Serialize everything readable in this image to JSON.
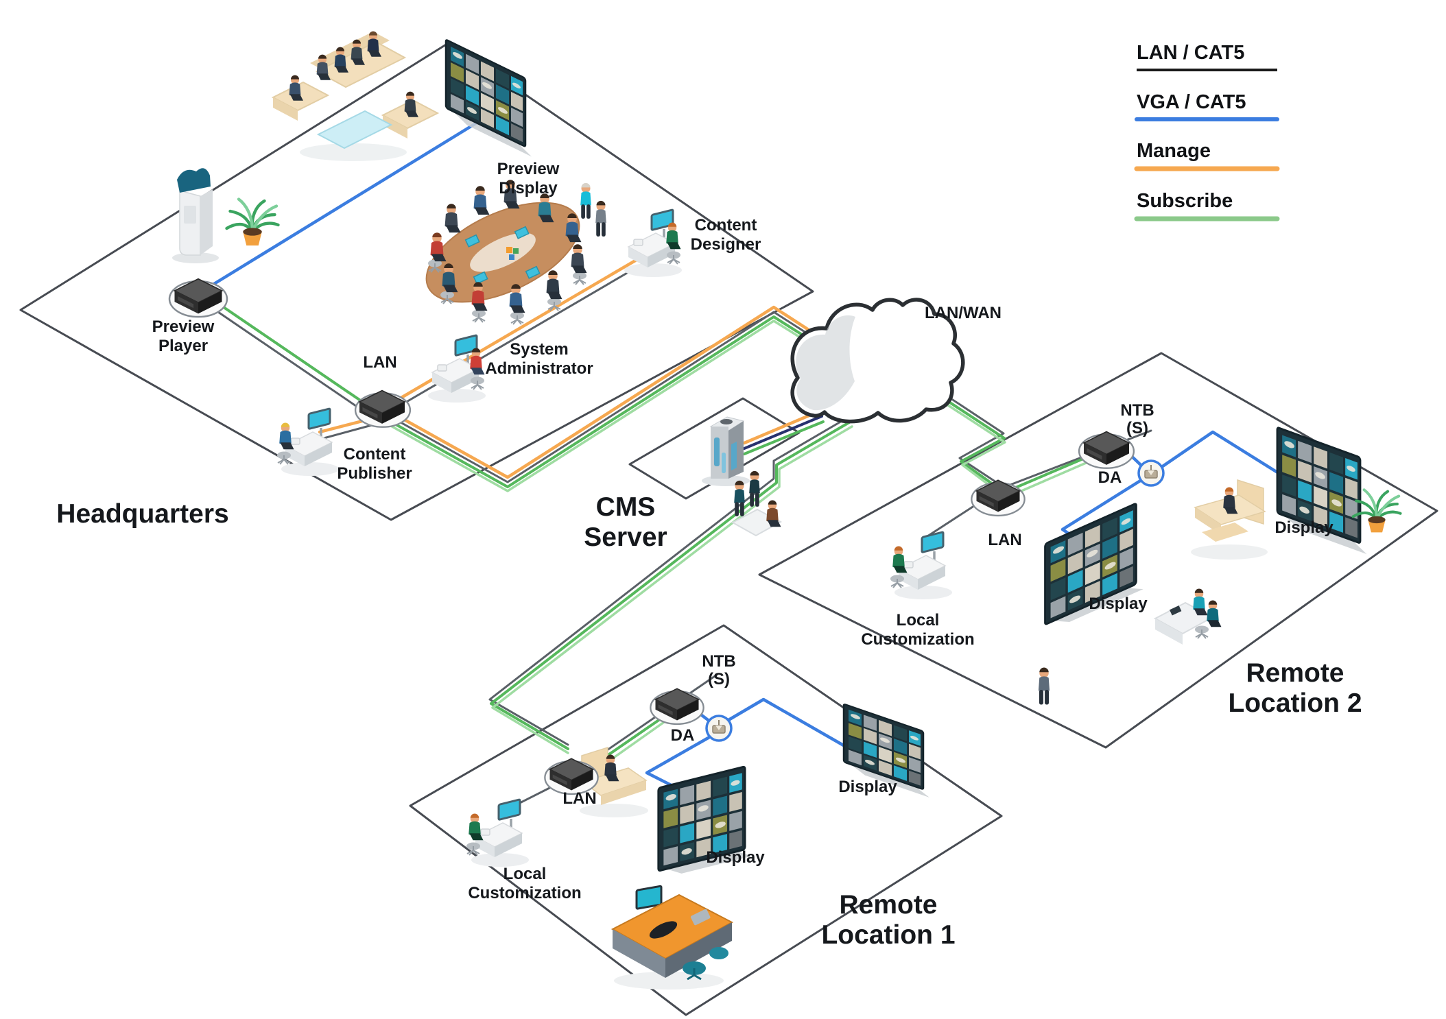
{
  "legend": {
    "items": [
      {
        "id": "lan-cat5",
        "label": "LAN / CAT5",
        "color": "#1a1a1a"
      },
      {
        "id": "vga-cat5",
        "label": "VGA / CAT5",
        "color": "#3b7de0"
      },
      {
        "id": "manage",
        "label": "Manage",
        "color": "#f6a850"
      },
      {
        "id": "subscribe",
        "label": "Subscribe",
        "color": "#8bc98a"
      }
    ]
  },
  "headquarters": {
    "title": "Headquarters",
    "preview_display": [
      "Preview",
      "Display"
    ],
    "preview_player": [
      "Preview",
      "Player"
    ],
    "lan": "LAN",
    "system_administrator": [
      "System",
      "Administrator"
    ],
    "content_designer": [
      "Content",
      "Designer"
    ],
    "content_publisher": [
      "Content",
      "Publisher"
    ]
  },
  "core": {
    "cms_server": [
      "CMS",
      "Server"
    ],
    "lan_wan": "LAN/WAN"
  },
  "remote_location_1": {
    "title": [
      "Remote",
      "Location 1"
    ],
    "ntb": [
      "NTB",
      "(S)"
    ],
    "da": "DA",
    "lan": "LAN",
    "local_customization": [
      "Local",
      "Customization"
    ],
    "display_wall": "Display",
    "display_tv": "Display"
  },
  "remote_location_2": {
    "title": [
      "Remote",
      "Location 2"
    ],
    "ntb": [
      "NTB",
      "(S)"
    ],
    "da": "DA",
    "lan": "LAN",
    "local_customization": [
      "Local",
      "Customization"
    ],
    "display_wall": "Display",
    "display_tv": "Display"
  },
  "connections": [
    {
      "from": "Preview Display",
      "to": "Preview Player",
      "type": "VGA / CAT5"
    },
    {
      "from": "Preview Player",
      "to": "LAN (Headquarters)",
      "type": "LAN / CAT5 + Subscribe"
    },
    {
      "from": "LAN (Headquarters)",
      "to": "Content Publisher",
      "type": "Manage"
    },
    {
      "from": "LAN (Headquarters)",
      "to": "System Administrator",
      "type": "Manage"
    },
    {
      "from": "System Administrator",
      "to": "Content Designer",
      "type": "Manage"
    },
    {
      "from": "LAN (Headquarters)",
      "to": "LAN/WAN",
      "type": "LAN / CAT5 + Manage + Subscribe"
    },
    {
      "from": "CMS Server",
      "to": "LAN/WAN",
      "type": "LAN / CAT5 + Manage + Subscribe"
    },
    {
      "from": "LAN/WAN",
      "to": "LAN (Remote Location 1)",
      "type": "LAN / CAT5 + Subscribe"
    },
    {
      "from": "LAN (Remote Location 1)",
      "to": "NTB (S) (Remote Location 1)",
      "type": "Subscribe"
    },
    {
      "from": "NTB (S) (Remote Location 1)",
      "to": "DA (Remote Location 1)",
      "type": "VGA / CAT5"
    },
    {
      "from": "DA (Remote Location 1)",
      "to": "Displays (Remote Location 1)",
      "type": "VGA / CAT5"
    },
    {
      "from": "LAN/WAN",
      "to": "LAN (Remote Location 2)",
      "type": "LAN / CAT5 + Subscribe"
    },
    {
      "from": "LAN (Remote Location 2)",
      "to": "NTB (S) (Remote Location 2)",
      "type": "Subscribe"
    },
    {
      "from": "NTB (S) (Remote Location 2)",
      "to": "DA (Remote Location 2)",
      "type": "VGA / CAT5"
    },
    {
      "from": "DA (Remote Location 2)",
      "to": "Displays (Remote Location 2)",
      "type": "VGA / CAT5"
    }
  ],
  "colors": {
    "platform_edge": "#474b52",
    "lan_cat5": "#1a1a1a",
    "vga_cat5": "#3b7de0",
    "manage": "#f6a850",
    "subscribe": "#55b85c",
    "subscribe_light": "#9fdca2",
    "server_link": "#27316e"
  }
}
